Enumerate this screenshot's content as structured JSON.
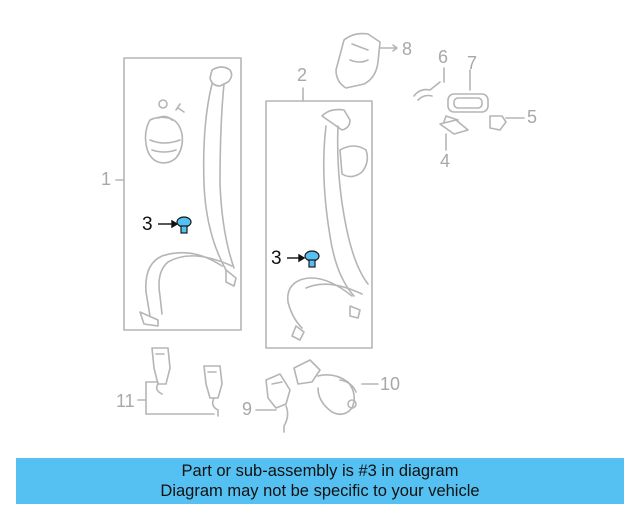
{
  "diagram": {
    "callouts": {
      "c1": "1",
      "c2": "2",
      "c3a": "3",
      "c3b": "3",
      "c4": "4",
      "c5": "5",
      "c6": "6",
      "c7": "7",
      "c8": "8",
      "c9": "9",
      "c10": "10",
      "c11": "11"
    },
    "highlight_color": "#55c1f2",
    "line_color": "#b5b5b5"
  },
  "banner": {
    "line1": "Part or sub-assembly is #3 in diagram",
    "line2": "Diagram may not be specific to your vehicle",
    "background": "#55c1f2"
  }
}
